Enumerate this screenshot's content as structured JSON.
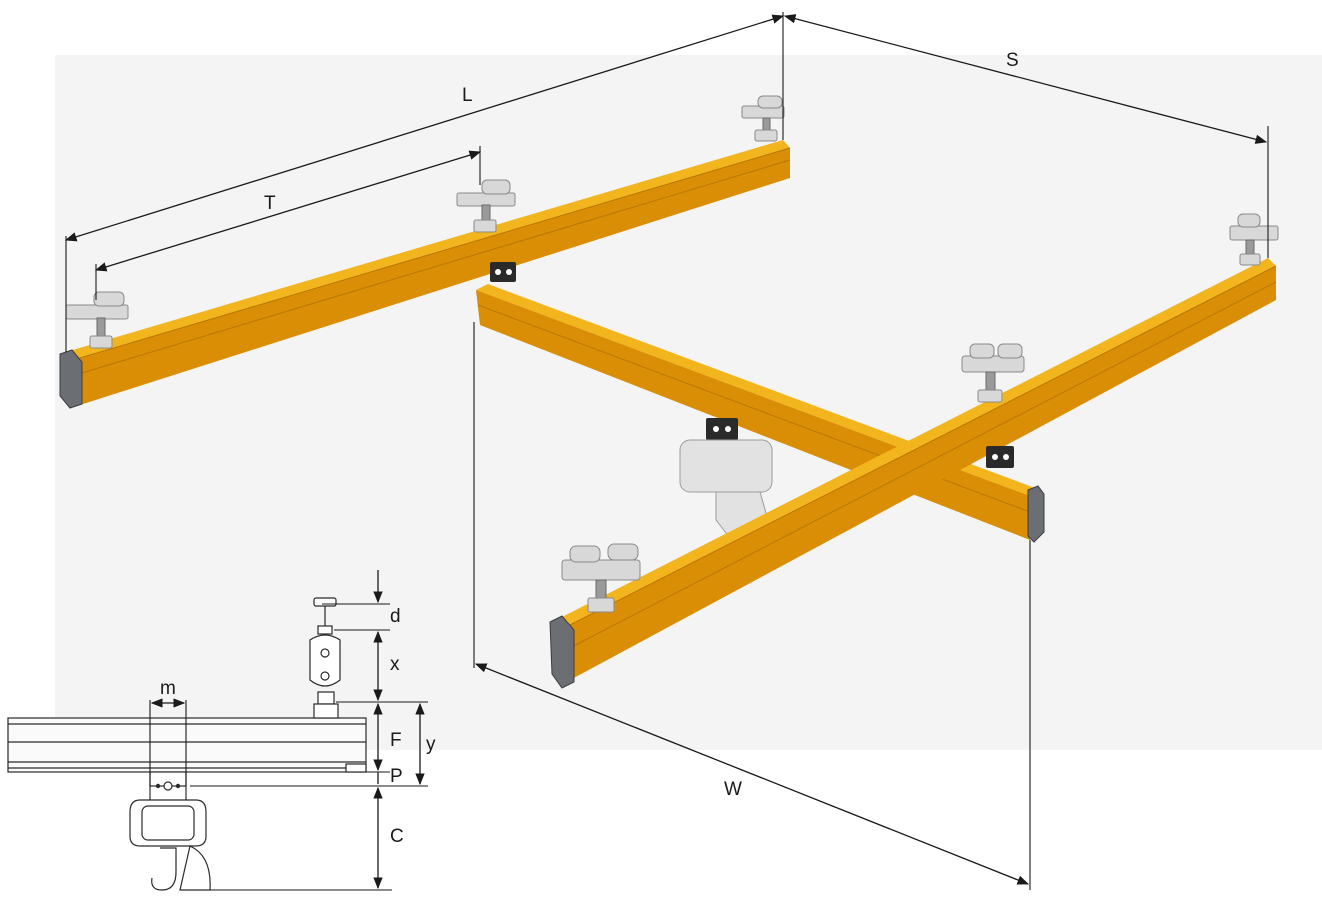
{
  "labels": {
    "L": "L",
    "S": "S",
    "T": "T",
    "W": "W",
    "d": "d",
    "x": "x",
    "m": "m",
    "F": "F",
    "y": "y",
    "P": "P",
    "C": "C"
  },
  "colors": {
    "beam": "#f2b51e",
    "beam_shadow": "#d98e06",
    "end_cap": "#6b6e73",
    "background_panel": "#f4f4f4"
  }
}
